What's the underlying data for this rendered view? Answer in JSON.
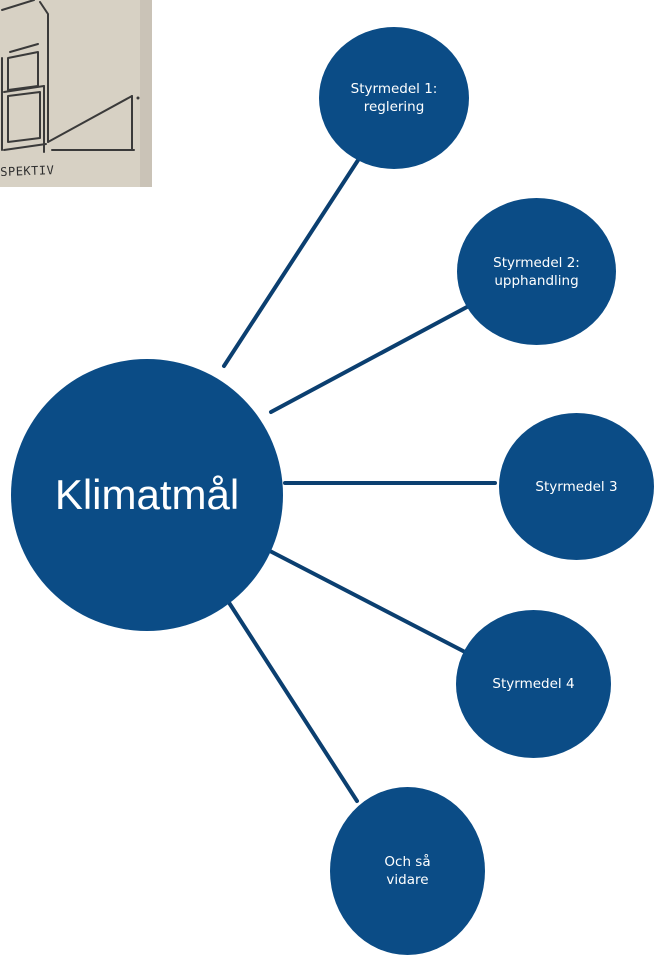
{
  "sketch": {
    "label": "SPEKTIV"
  },
  "diagram": {
    "center": {
      "label": "Klimatmål"
    },
    "nodes": [
      {
        "label": "Styrmedel 1:\nreglering"
      },
      {
        "label": "Styrmedel 2:\nupphandling"
      },
      {
        "label": "Styrmedel 3"
      },
      {
        "label": "Styrmedel 4"
      },
      {
        "label": "Och så\nvidare"
      }
    ]
  },
  "colors": {
    "node_fill": "#0b4c86",
    "connector": "#0b3f70",
    "node_text": "#ffffff"
  }
}
